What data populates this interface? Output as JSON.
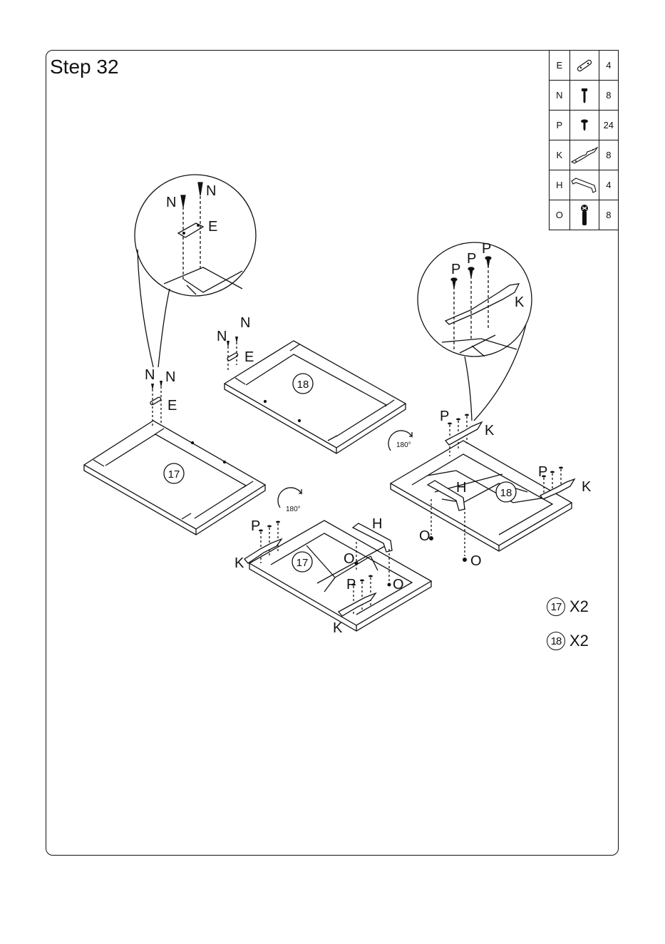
{
  "step_title": "Step 32",
  "parts": [
    {
      "letter": "E",
      "icon": "connector-plate-icon",
      "qty": "4"
    },
    {
      "letter": "N",
      "icon": "screw-icon",
      "qty": "8"
    },
    {
      "letter": "P",
      "icon": "short-screw-icon",
      "qty": "24"
    },
    {
      "letter": "K",
      "icon": "hinge-icon",
      "qty": "8"
    },
    {
      "letter": "H",
      "icon": "handle-icon",
      "qty": "4"
    },
    {
      "letter": "O",
      "icon": "handle-bolt-icon",
      "qty": "8"
    }
  ],
  "labels": {
    "N": "N",
    "E": "E",
    "P": "P",
    "K": "K",
    "H": "H",
    "O": "O",
    "panel_17": "17",
    "panel_18": "18",
    "rotate": "180°"
  },
  "quantities": [
    {
      "panel": "17",
      "count": "X2"
    },
    {
      "panel": "18",
      "count": "X2"
    }
  ]
}
